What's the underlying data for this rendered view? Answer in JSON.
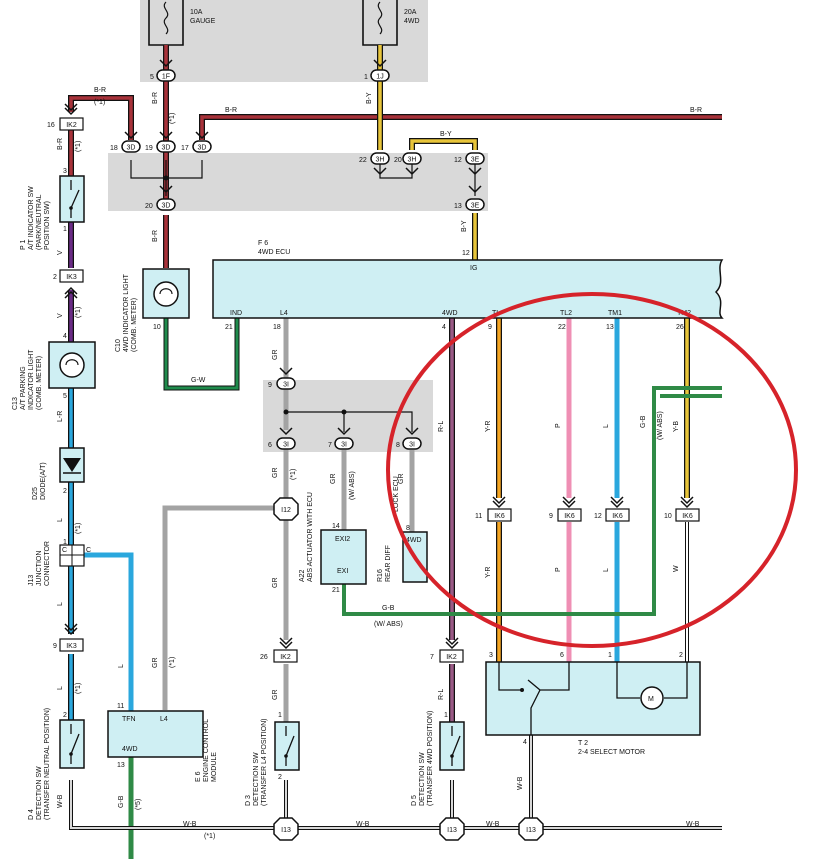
{
  "colors": {
    "B-R": "#a8323a",
    "B-Y": "#e8c53a",
    "G-W": "#1f8b4c",
    "GR": "#a3a3a3",
    "R-L": "#9a5a86",
    "Y-R": "#f5a623",
    "P": "#ef8fb4",
    "L": "#2aa7dd",
    "Y-B": "#e8c53a",
    "W": "#ffffff",
    "G-B": "#2f8a46",
    "W-B": "#d8d8d8",
    "V": "#6a2b86",
    "shade": "#d9d9d9",
    "box": "#cfeff3",
    "annotation": "#d6232a"
  },
  "fuses": {
    "gauge": {
      "line1": "10A",
      "line2": "GAUGE"
    },
    "wd4": {
      "line1": "20A",
      "line2": "4WD"
    }
  },
  "connectors": {
    "c1f": "1F",
    "c1j": "1J",
    "c3d": "3D",
    "c3h": "3H",
    "c3e": "3E",
    "ik2": "IK2",
    "ik3": "IK3",
    "ik6": "IK6",
    "c3i": "3I",
    "i12": "I12",
    "i13": "I13"
  },
  "pins": {
    "p5": "5",
    "p1": "1",
    "p16": "16",
    "p18": "18",
    "p19": "19",
    "p17": "17",
    "p22": "22",
    "p20": "20",
    "p12": "12",
    "p20b": "20",
    "p13": "13",
    "p12b": "12",
    "p3": "3",
    "p1b": "1",
    "p2": "2",
    "p4": "4",
    "p5b": "5",
    "p10": "10",
    "p21": "21",
    "p18b": "18",
    "p4b": "4",
    "p9": "9",
    "p22b": "22",
    "p13b": "13",
    "p26": "26",
    "p9b": "9",
    "p6": "6",
    "p7": "7",
    "p8": "8",
    "p14": "14",
    "p8b": "8",
    "p21b": "21",
    "p11": "11",
    "p9c": "9",
    "p12c": "12",
    "p10b": "10",
    "p1c": "1",
    "p2b": "2",
    "p9d": "9",
    "p11b": "11",
    "p13c": "13",
    "p26b": "26",
    "p7b": "7",
    "p3b": "3",
    "p6b": "6",
    "p1d": "1",
    "p2c": "2",
    "p4c": "4",
    "p2d": "2",
    "p1e": "1",
    "p2e": "2",
    "p1f": "1"
  },
  "wire_labels": {
    "br1": "B-R",
    "br2": "B-R",
    "br3": "B-R",
    "br4": "B-R",
    "br5": "B-R",
    "by1": "B-Y",
    "by2": "B-Y",
    "by3": "B-Y",
    "v1": "V",
    "v2": "V",
    "l1": "L-R",
    "l2": "L",
    "l3": "L",
    "l4": "L",
    "gw": "G-W",
    "gr1": "GR",
    "gr2": "GR",
    "gr3": "GR",
    "gr4": "GR",
    "gr5": "GR",
    "gr6": "GR",
    "gr7": "GR",
    "rl1": "R-L",
    "rl2": "R-L",
    "yr1": "Y-R",
    "yr2": "Y-R",
    "p1": "P",
    "p2": "P",
    "lw1": "L",
    "lw2": "L",
    "gb1": "G-B",
    "gb2": "G-B",
    "yb": "Y-B",
    "w": "W",
    "wb1": "W-B",
    "wb2": "W-B",
    "wb3": "W-B",
    "wb4": "W-B",
    "wb5": "W-B",
    "wb6": "W-B",
    "gb3": "G-B",
    "l5": "L",
    "c": "C",
    "c2": "C"
  },
  "notes": {
    "n1": "(*1)",
    "n2": "(*1)",
    "n3": "(*1)",
    "n4": "(*1)",
    "n5": "(*1)",
    "n6": "(*1)",
    "n7": "(*1)",
    "n8": "(*1)",
    "n9": "(*1)",
    "n10": "(*5)",
    "wabs1": "(W/ ABS)",
    "wabs2": "(W/ ABS)",
    "wabs3": "(W/ ABS)"
  },
  "ecu": {
    "ref": "F 6",
    "name": "4WD ECU",
    "ig": "IG",
    "ind": "IND",
    "l4": "L4",
    "wd": "4WD",
    "tl": "TL",
    "tl2": "TL2",
    "tm1": "TM1",
    "tm2": "TM2"
  },
  "components": {
    "p1": {
      "ref": "P 1",
      "l1": "A/T INDICATOR SW",
      "l2": "(PARK/NEUTRAL",
      "l3": "POSITION SW)"
    },
    "c10": {
      "ref": "C10",
      "l1": "4WD INDICATOR LIGHT",
      "l2": "(COMB. METER)"
    },
    "c13": {
      "ref": "C13",
      "l1": "A/T PARKING",
      "l2": "INDICATOR LIGHT",
      "l3": "(COMB. METER)"
    },
    "d25": {
      "ref": "D25",
      "l1": "DIODE(A/T)"
    },
    "j13": {
      "ref": "J13",
      "l1": "JUNCTION",
      "l2": "CONNECTOR"
    },
    "d4": {
      "ref": "D 4",
      "l1": "DETECTION SW",
      "l2": "(TRANSFER NEUTRAL POSITION)"
    },
    "e6": {
      "ref": "E 6",
      "l1": "ENGINE CONTROL",
      "l2": "MODULE",
      "tfn": "TFN",
      "l4": "L4",
      "wd": "4WD"
    },
    "a22": {
      "ref": "A22",
      "l1": "ABS ACTUATOR WITH ECU",
      "exi2": "EXI2",
      "exi": "EXI"
    },
    "r16": {
      "ref": "R16",
      "l1": "REAR DIFF",
      "l2": "LOCK ECU",
      "wd": "4WD"
    },
    "d3": {
      "ref": "D 3",
      "l1": "DETECTION SW",
      "l2": "(TRANSFER L4 POSITION)"
    },
    "d5": {
      "ref": "D 5",
      "l1": "DETECTION SW",
      "l2": "(TRANSFER 4WD POSITION)"
    },
    "t2": {
      "ref": "T 2",
      "l1": "2-4 SELECT MOTOR",
      "m": "M"
    }
  }
}
